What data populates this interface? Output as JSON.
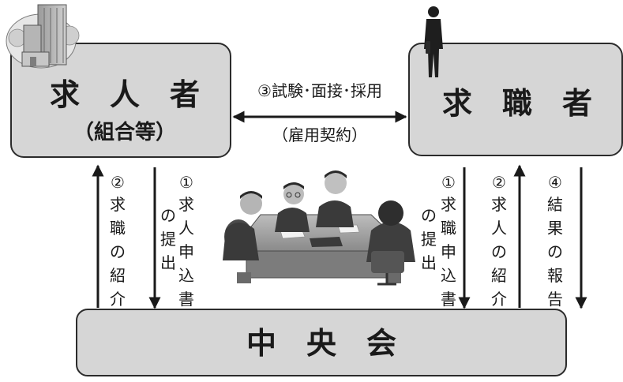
{
  "employer": {
    "title": "求　人　者",
    "subtitle": "（組合等）"
  },
  "seeker": {
    "title": "求　職　者"
  },
  "center": {
    "title": "中　央　会"
  },
  "middle": {
    "line1": "③試験･面接･採用",
    "line2": "（雇用契約）"
  },
  "left_flows": {
    "up": {
      "num": "②",
      "col1": "求職の紹介"
    },
    "down": {
      "num": "①",
      "col1": "求人申込書",
      "col2": "の提出"
    }
  },
  "right_flows": {
    "down1": {
      "num": "①",
      "col1": "求職申込書",
      "col2": "の提出"
    },
    "up": {
      "num": "②",
      "col1": "求人の紹介"
    },
    "down2": {
      "num": "④",
      "col1": "結果の報告"
    }
  },
  "colors": {
    "box_fill": "#d6d6d6",
    "box_stroke": "#2b2b2b",
    "text": "#1a1a1a"
  },
  "icons": [
    "office-building-icon",
    "businessman-silhouette-icon",
    "meeting-table-illustration"
  ]
}
